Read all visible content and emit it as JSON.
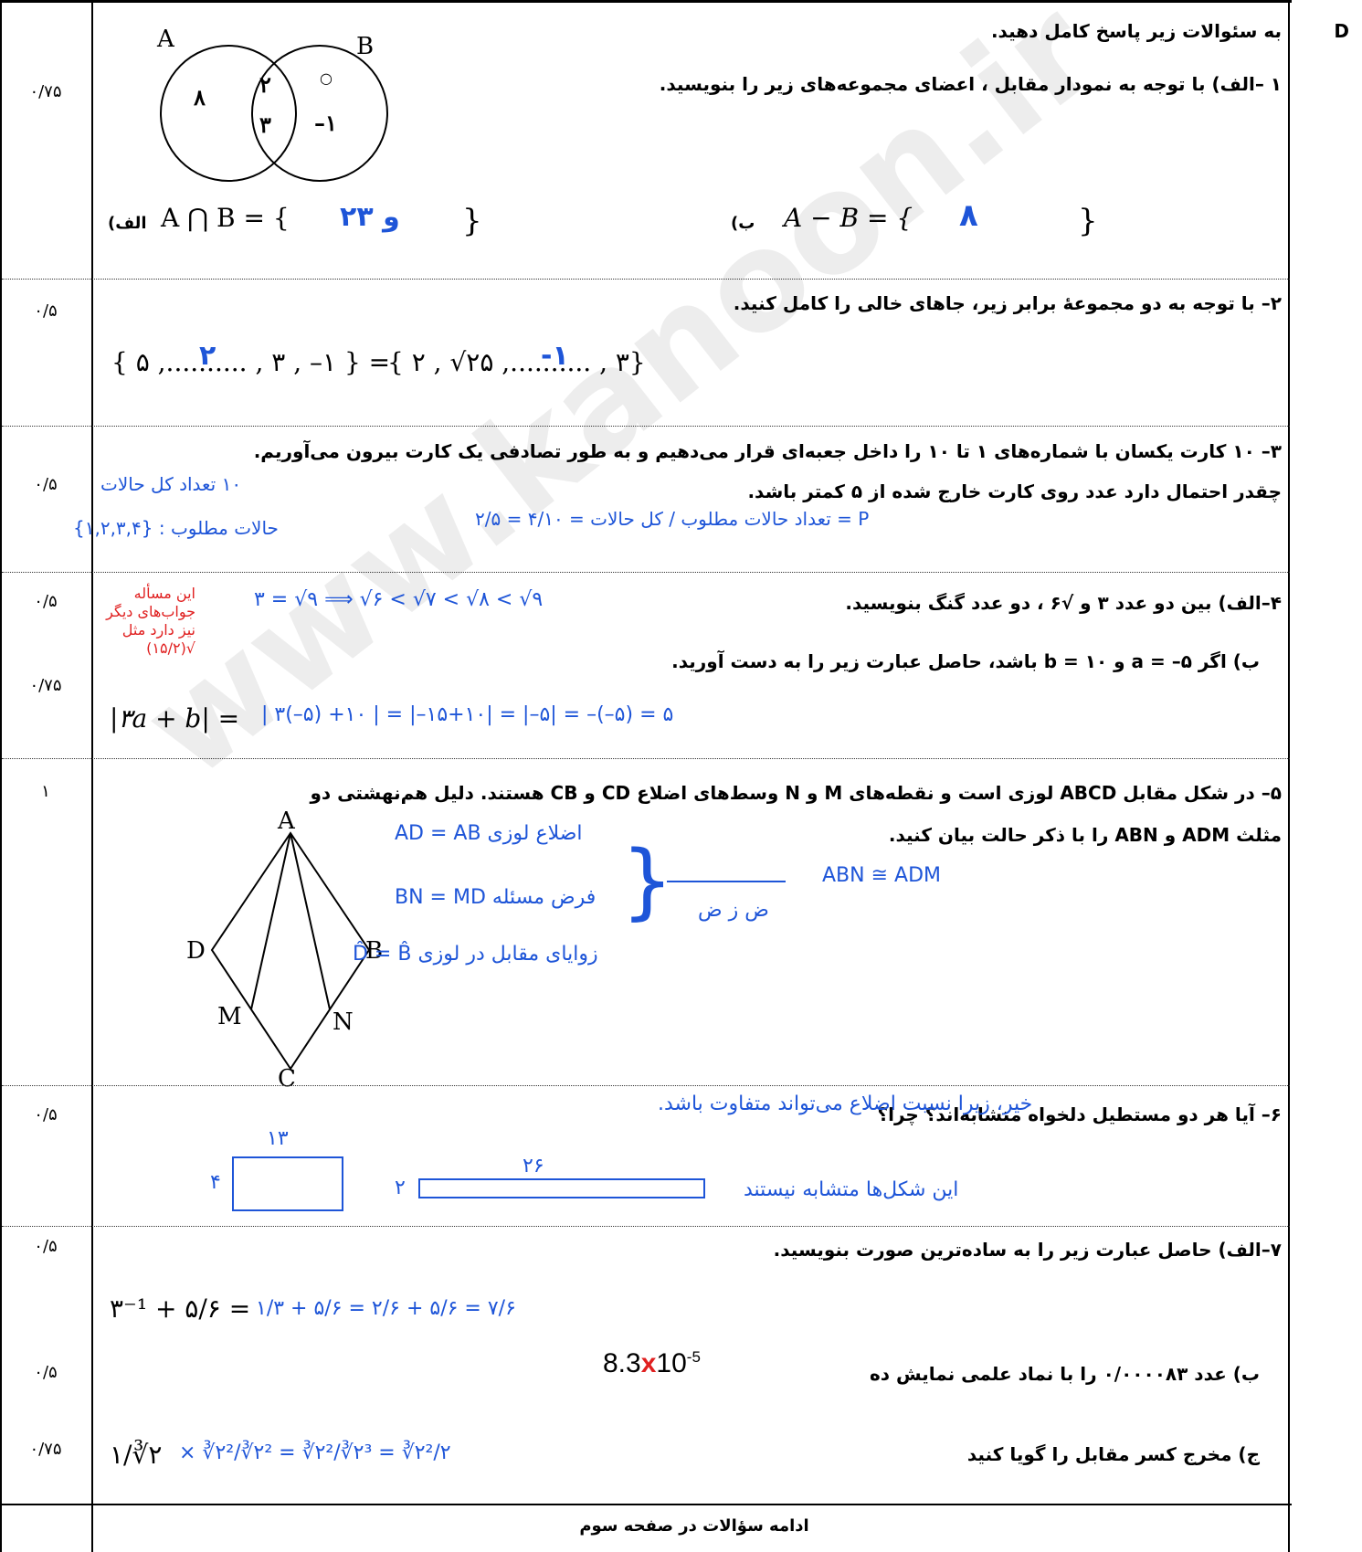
{
  "header": {
    "section_letter": "D",
    "instruction": "به سئوالات زیر پاسخ کامل دهید."
  },
  "watermark": "www.kanoon.ir",
  "q1": {
    "score": "۰/۷۵",
    "text": "۱ –الف) با توجه به نمودار مقابل ، اعضای مجموعه‌های زیر را بنویسید.",
    "venn": {
      "label_a": "A",
      "label_b": "B",
      "only_a": "۸",
      "both_top": "۲",
      "both_bottom": "۳",
      "only_b_top": "○",
      "only_b_bottom": "–۱"
    },
    "part_alef_label": "الف)",
    "part_alef_expr": "A ⋂ B = {",
    "part_alef_close": "}",
    "part_alef_answer": "۲و ۳",
    "part_be_label": "ب)",
    "part_be_expr": "A − B = {",
    "part_be_close": "}",
    "part_be_answer": "۸"
  },
  "q2": {
    "score": "۰/۵",
    "text": "۲– با توجه به دو مجموعهٔ برابر زیر، جاهای خالی را کامل کنید.",
    "left_set": "{ ۵ ,.......... , ۳ , –۱ } =",
    "right_set": "{ ۲ , √۲۵ ,.......... , ۳}",
    "answer_left": "۲",
    "answer_right": "-۱"
  },
  "q3": {
    "score": "۰/۵",
    "line1": "۳– ۱۰ کارت یکسان با شماره‌های ۱ تا ۱۰ را داخل جعبه‌ای قرار می‌دهیم و به طور تصادفی یک کارت بیرون می‌آوریم.",
    "line2": "چقدر احتمال دارد عدد روی کارت خارج شده از ۵ کمتر باشد.",
    "hand_total": "۱۰ تعداد کل حالات",
    "hand_favorable": "حالات مطلوب : {۱,۲,۳,۴}",
    "hand_formula": "P = تعداد حالات مطلوب / کل حالات = ۴/۱۰ = ۲/۵"
  },
  "q4": {
    "score_a": "۰/۵",
    "score_b": "۰/۷۵",
    "text_a": "۴–الف) بین دو عدد ۳ و √۶ ، دو عدد گنگ بنویسید.",
    "hand_a": "۳ = √۹  ⟹  √۶ < √۷ < √۸ < √۹",
    "hand_note": "این مسأله جواب‌های دیگر نیز دارد مثل √(۱۵/۲)",
    "text_b": "ب) اگر a = –۵ و b = ۱۰ باشد، حاصل عبارت زیر را به دست آورید.",
    "expr_b": "|۳a + b| =",
    "hand_b": "| ۳(–۵) +۱۰ |  =  |–۱۵+۱۰|  =  |–۵|  =  –(–۵) = ۵"
  },
  "q5": {
    "score": "۱",
    "line1": "۵– در شکل مقابل ABCD لوزی است و نقطه‌های M و N وسط‌های اضلاع CD و CB هستند. دلیل هم‌نهشتی دو",
    "line2": "مثلث ADM و ABN را با ذکر حالت بیان کنید.",
    "figure": {
      "a": "A",
      "b": "B",
      "c": "C",
      "d": "D",
      "m": "M",
      "n": "N"
    },
    "hand_1": "اضلاع لوزی  AD = AB",
    "hand_2": "فرض مسئله  BN = MD",
    "hand_3": "زوایای مقابل در لوزی  D̂ = B̂",
    "hand_case": "ض ز ض",
    "hand_result": "ABN ≅ ADM"
  },
  "q6": {
    "score": "۰/۵",
    "text": "۶– آیا هر دو مستطیل دلخواه متشابه‌اند؟ چرا؟",
    "hand_answer": "خیر، زیرا نسبت اضلاع می‌تواند متفاوت باشد.",
    "rect1_width": "۱۳",
    "rect1_height": "۴",
    "rect2_width": "۲۶",
    "rect2_height": "۲",
    "hand_note": "این شکل‌ها متشابه نیستند"
  },
  "q7": {
    "score_a": "۰/۵",
    "score_b": "۰/۵",
    "score_c": "۰/۷۵",
    "text_a": "۷–الف) حاصل عبارت زیر را به ساده‌ترین صورت بنویسید.",
    "expr_a": "۳⁻¹ + ۵/۶ =",
    "hand_a": "۱/۳ + ۵/۶ = ۲/۶ + ۵/۶ = ۷/۶",
    "text_b": "ب) عدد ۰/۰۰۰۰۸۳ را با نماد علمی نمایش ده",
    "answer_b_mantissa": "8.3",
    "answer_b_mark": "x",
    "answer_b_power": "10",
    "answer_b_exp": "-5",
    "text_c": "ج) مخرج کسر مقابل را گویا کنید",
    "expr_c": "۱/∛۲",
    "hand_c": "× ∛۲²/∛۲² = ∛۲²/∛۲³ = ∛۲²/۲"
  },
  "footer": {
    "text": "ادامه سؤالات در صفحه سوم"
  }
}
